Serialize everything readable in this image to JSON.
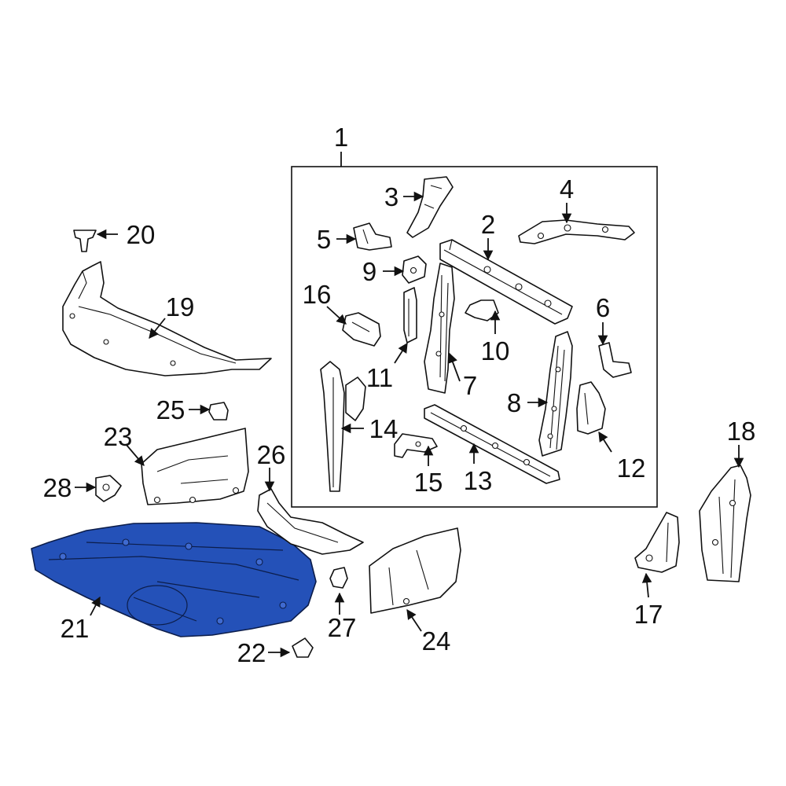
{
  "callouts": {
    "c1": "1",
    "c2": "2",
    "c3": "3",
    "c4": "4",
    "c5": "5",
    "c6": "6",
    "c7": "7",
    "c8": "8",
    "c9": "9",
    "c10": "10",
    "c11": "11",
    "c12": "12",
    "c13": "13",
    "c14": "14",
    "c15": "15",
    "c16": "16",
    "c17": "17",
    "c18": "18",
    "c19": "19",
    "c20": "20",
    "c21": "21",
    "c22": "22",
    "c23": "23",
    "c24": "24",
    "c25": "25",
    "c26": "26",
    "c27": "27",
    "c28": "28"
  },
  "highlight": {
    "part": "21",
    "color": "#2451b8"
  },
  "colors": {
    "line": "#111111",
    "background": "#ffffff"
  }
}
